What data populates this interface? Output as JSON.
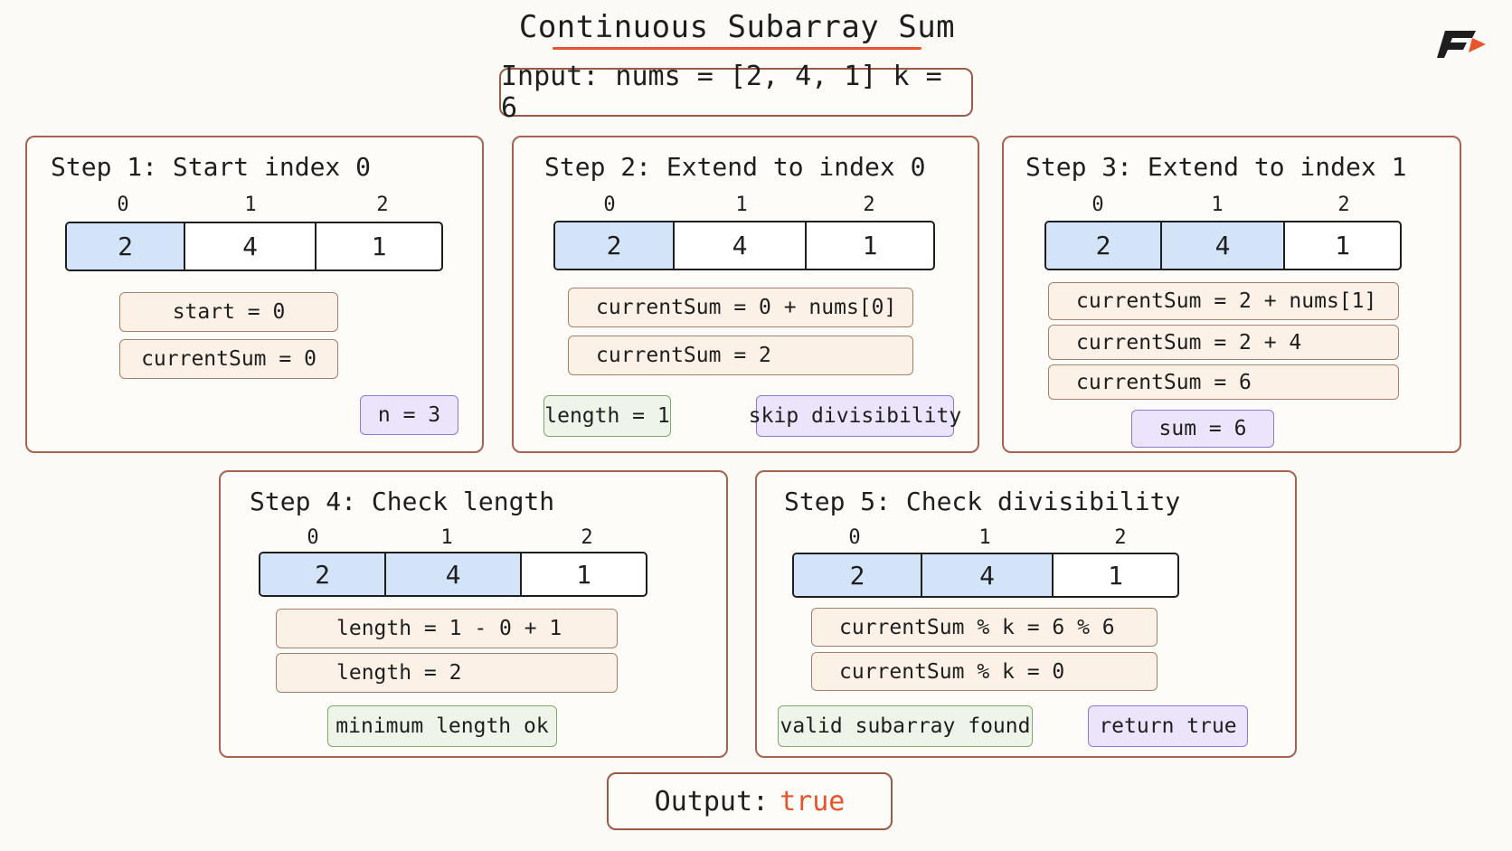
{
  "title": "Continuous Subarray Sum",
  "input": "Input: nums = [2, 4, 1]   k = 6",
  "output": {
    "label": "Output:",
    "value": "true"
  },
  "accent_color": "#e8542a",
  "highlight_color": "#d3e4f8",
  "steps": [
    {
      "title": "Step 1: Start index 0",
      "indices": [
        "0",
        "1",
        "2"
      ],
      "cells": [
        "2",
        "4",
        "1"
      ],
      "chips": [
        "start = 0",
        "currentSum = 0",
        "n = 3"
      ]
    },
    {
      "title": "Step 2: Extend to index 0",
      "indices": [
        "0",
        "1",
        "2"
      ],
      "cells": [
        "2",
        "4",
        "1"
      ],
      "chips": [
        "currentSum = 0 + nums[0]",
        "currentSum = 2",
        "length = 1",
        "skip divisibility"
      ]
    },
    {
      "title": "Step 3: Extend to index 1",
      "indices": [
        "0",
        "1",
        "2"
      ],
      "cells": [
        "2",
        "4",
        "1"
      ],
      "chips": [
        "currentSum = 2 + nums[1]",
        "currentSum = 2 + 4",
        "currentSum = 6",
        "sum = 6"
      ]
    },
    {
      "title": "Step 4: Check length",
      "indices": [
        "0",
        "1",
        "2"
      ],
      "cells": [
        "2",
        "4",
        "1"
      ],
      "chips": [
        "length = 1 - 0 + 1",
        "length = 2",
        "minimum length ok"
      ]
    },
    {
      "title": "Step 5: Check divisibility",
      "indices": [
        "0",
        "1",
        "2"
      ],
      "cells": [
        "2",
        "4",
        "1"
      ],
      "chips": [
        "currentSum % k = 6 % 6",
        "currentSum % k = 0",
        "valid subarray found",
        "return true"
      ]
    }
  ]
}
